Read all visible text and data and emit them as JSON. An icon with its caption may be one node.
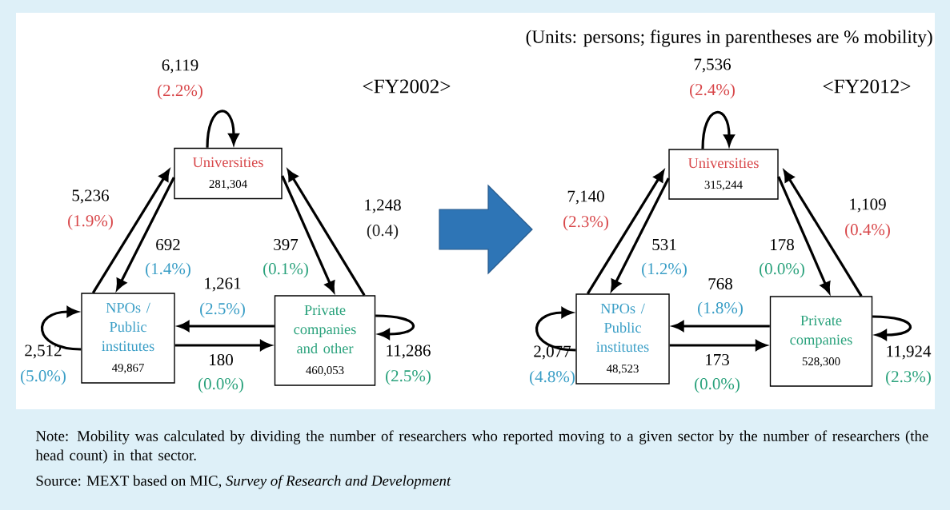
{
  "diagram": {
    "nodes": [
      {
        "text": [
          "Universities",
          "281,304"
        ]
      },
      {
        "text": [
          "NPOs / Public institutes",
          "49,867"
        ]
      },
      {
        "text": [
          "Private companies and other",
          "460,053"
        ]
      },
      {
        "text": [
          "Universities",
          "315,244"
        ]
      },
      {
        "text": [
          "NPOs / Public institutes",
          "48,523"
        ]
      },
      {
        "text": [
          "Private companies",
          "528,300"
        ]
      }
    ],
    "edges": [
      {
        "from": 0,
        "to": 0,
        "arrow": "to",
        "label": "6,119"
      },
      {
        "from": 1,
        "to": 0,
        "arrow": "to",
        "label": "5,236"
      },
      {
        "from": 0,
        "to": 1,
        "arrow": "to",
        "label": "692"
      },
      {
        "from": 2,
        "to": 0,
        "arrow": "to",
        "label": "1,248"
      },
      {
        "from": 0,
        "to": 2,
        "arrow": "to",
        "label": "397"
      },
      {
        "from": 2,
        "to": 1,
        "arrow": "to",
        "label": "1,261"
      },
      {
        "from": 1,
        "to": 2,
        "arrow": "to",
        "label": "180"
      },
      {
        "from": 1,
        "to": 1,
        "arrow": "to",
        "label": "2,512"
      },
      {
        "from": 2,
        "to": 2,
        "arrow": "to",
        "label": "11,286"
      },
      {
        "from": 3,
        "to": 3,
        "arrow": "to",
        "label": "7,536"
      },
      {
        "from": 4,
        "to": 3,
        "arrow": "to",
        "label": "7,140"
      },
      {
        "from": 3,
        "to": 4,
        "arrow": "to",
        "label": "531"
      },
      {
        "from": 5,
        "to": 3,
        "arrow": "to",
        "label": "1,109"
      },
      {
        "from": 3,
        "to": 5,
        "arrow": "to",
        "label": "178"
      },
      {
        "from": 5,
        "to": 4,
        "arrow": "to",
        "label": "768"
      },
      {
        "from": 4,
        "to": 5,
        "arrow": "to",
        "label": "173"
      },
      {
        "from": 4,
        "to": 4,
        "arrow": "to",
        "label": "2,077"
      },
      {
        "from": 5,
        "to": 5,
        "arrow": "to",
        "label": "11,924"
      }
    ],
    "labels": [
      "(Units: persons; figures in parentheses are % mobility)",
      "(2.2%)",
      "<FY2002>",
      "(2.4%)",
      "<FY2012>",
      "(1.9%)",
      "(0.4)",
      "(2.3%)",
      "(0.4%)",
      "(1.4%)",
      "(0.1%)",
      "(1.2%)",
      "(0.0%)",
      "(2.5%)",
      "(1.8%)",
      "(5.0%)",
      "(0.0%)",
      "(2.5%)",
      "(4.8%)",
      "(0.0%)",
      "(2.3%)",
      "Note: Mobility was calculated by dividing the number of researchers who reported moving to a given sector by the number of researchers (the head count) in that sector.",
      "Source: MEXT based on MIC, *Survey of Research and Development*"
    ]
  }
}
